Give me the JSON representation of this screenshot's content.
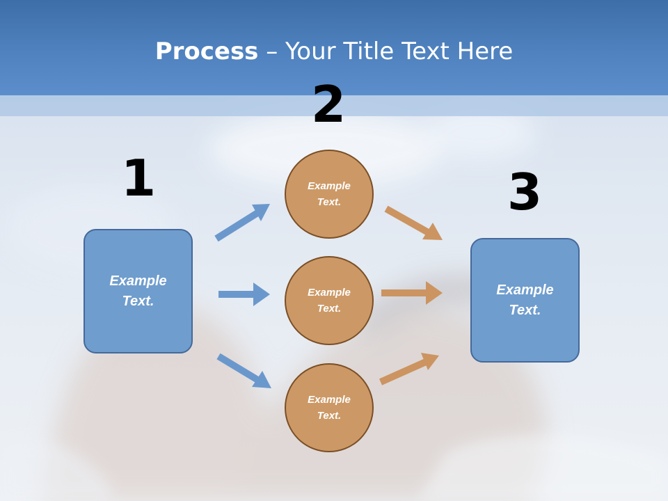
{
  "title": {
    "bold": "Process",
    "rest": " – Your Title Text Here"
  },
  "steps": [
    {
      "number": "1",
      "label": "Example Text."
    },
    {
      "number": "2"
    },
    {
      "number": "3",
      "label": "Example Text."
    }
  ],
  "circles": [
    {
      "label": "Example Text."
    },
    {
      "label": "Example Text."
    },
    {
      "label": "Example Text."
    }
  ],
  "colors": {
    "title_bar": "#4f82bf",
    "box_fill": "#6f9dcd",
    "box_border": "#44699a",
    "circle_fill": "#cc9966",
    "circle_border": "#7a4e26",
    "left_arrows": "#6b98cc",
    "right_arrows": "#cc9461",
    "numbers": "#000000"
  }
}
